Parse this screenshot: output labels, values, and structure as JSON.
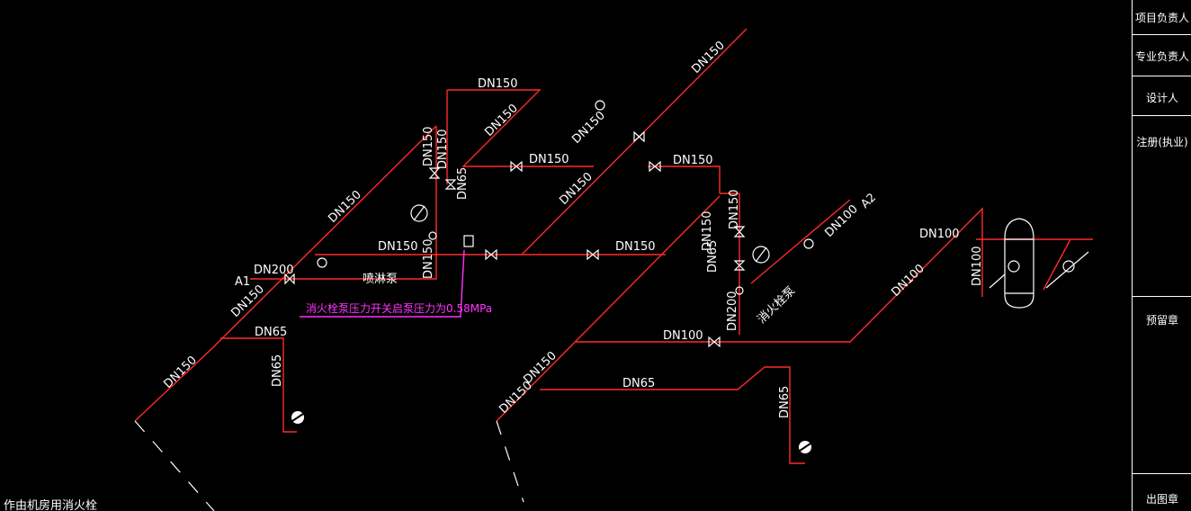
{
  "drawing": {
    "pipe_labels": [
      "DN150",
      "DN200",
      "DN150",
      "DN150",
      "DN65",
      "DN150",
      "DN150",
      "DN150",
      "DN65",
      "DN150",
      "DN150",
      "DN150",
      "DN150",
      "DN150",
      "DN150",
      "DN150",
      "DN150",
      "DN150",
      "DN65",
      "DN65",
      "DN100",
      "DN100",
      "DN100",
      "DN100",
      "DN100",
      "DN150",
      "DN150",
      "DN65",
      "DN200",
      "DN65",
      "DN150",
      "DN150"
    ],
    "point_A1": "A1",
    "point_A2": "A2",
    "pump_spray": "喷淋泵",
    "pump_fire": "消火栓泵",
    "pressure_note": "消火栓泵压力开关启泵压力为0.58MPa",
    "bottom_text": "作由机房用消火栓"
  },
  "title_block": {
    "project_lead": "项目负责人",
    "discipline_lead": "专业负责人",
    "designer": "设计人",
    "registered": "注册(执业)",
    "reserved_stamp": "预留章",
    "issue_stamp": "出图章"
  },
  "colors": {
    "background": "#000000",
    "pipe": "#ff2a2a",
    "annotation": "#ff33ff",
    "symbols": "#ffffff"
  }
}
